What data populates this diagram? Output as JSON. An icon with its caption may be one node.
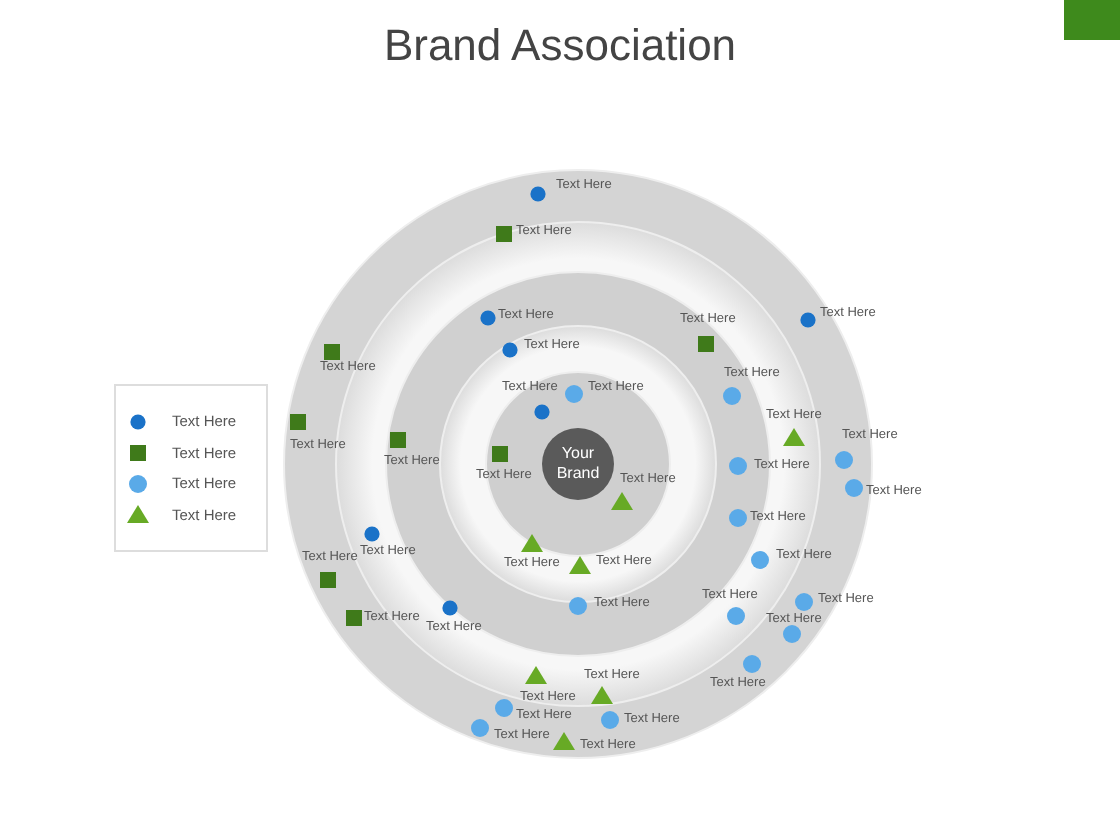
{
  "diagram": {
    "title": "Brand Association",
    "nodes": [
      {
        "text": [
          "Your Brand"
        ]
      }
    ],
    "labels": [
      "Text Here",
      "Text Here",
      "Text Here",
      "Text Here",
      "Text Here",
      "Text Here",
      "Text Here",
      "Text Here",
      "Text Here",
      "Text Here",
      "Text Here",
      "Text Here",
      "Text Here",
      "Text Here",
      "Text Here",
      "Text Here",
      "Text Here",
      "Text Here",
      "Text Here",
      "Text Here",
      "Text Here",
      "Text Here",
      "Text Here",
      "Text Here",
      "Text Here",
      "Text Here",
      "Text Here",
      "Text Here",
      "Text Here",
      "Text Here",
      "Text Here",
      "Text Here",
      "Text Here",
      "Text Here",
      "Text Here",
      "Text Here",
      "Text Here"
    ],
    "legend": [
      {
        "text": "Text Here"
      },
      {
        "text": "Text Here"
      },
      {
        "text": "Text Here"
      },
      {
        "text": "Text Here"
      }
    ]
  }
}
